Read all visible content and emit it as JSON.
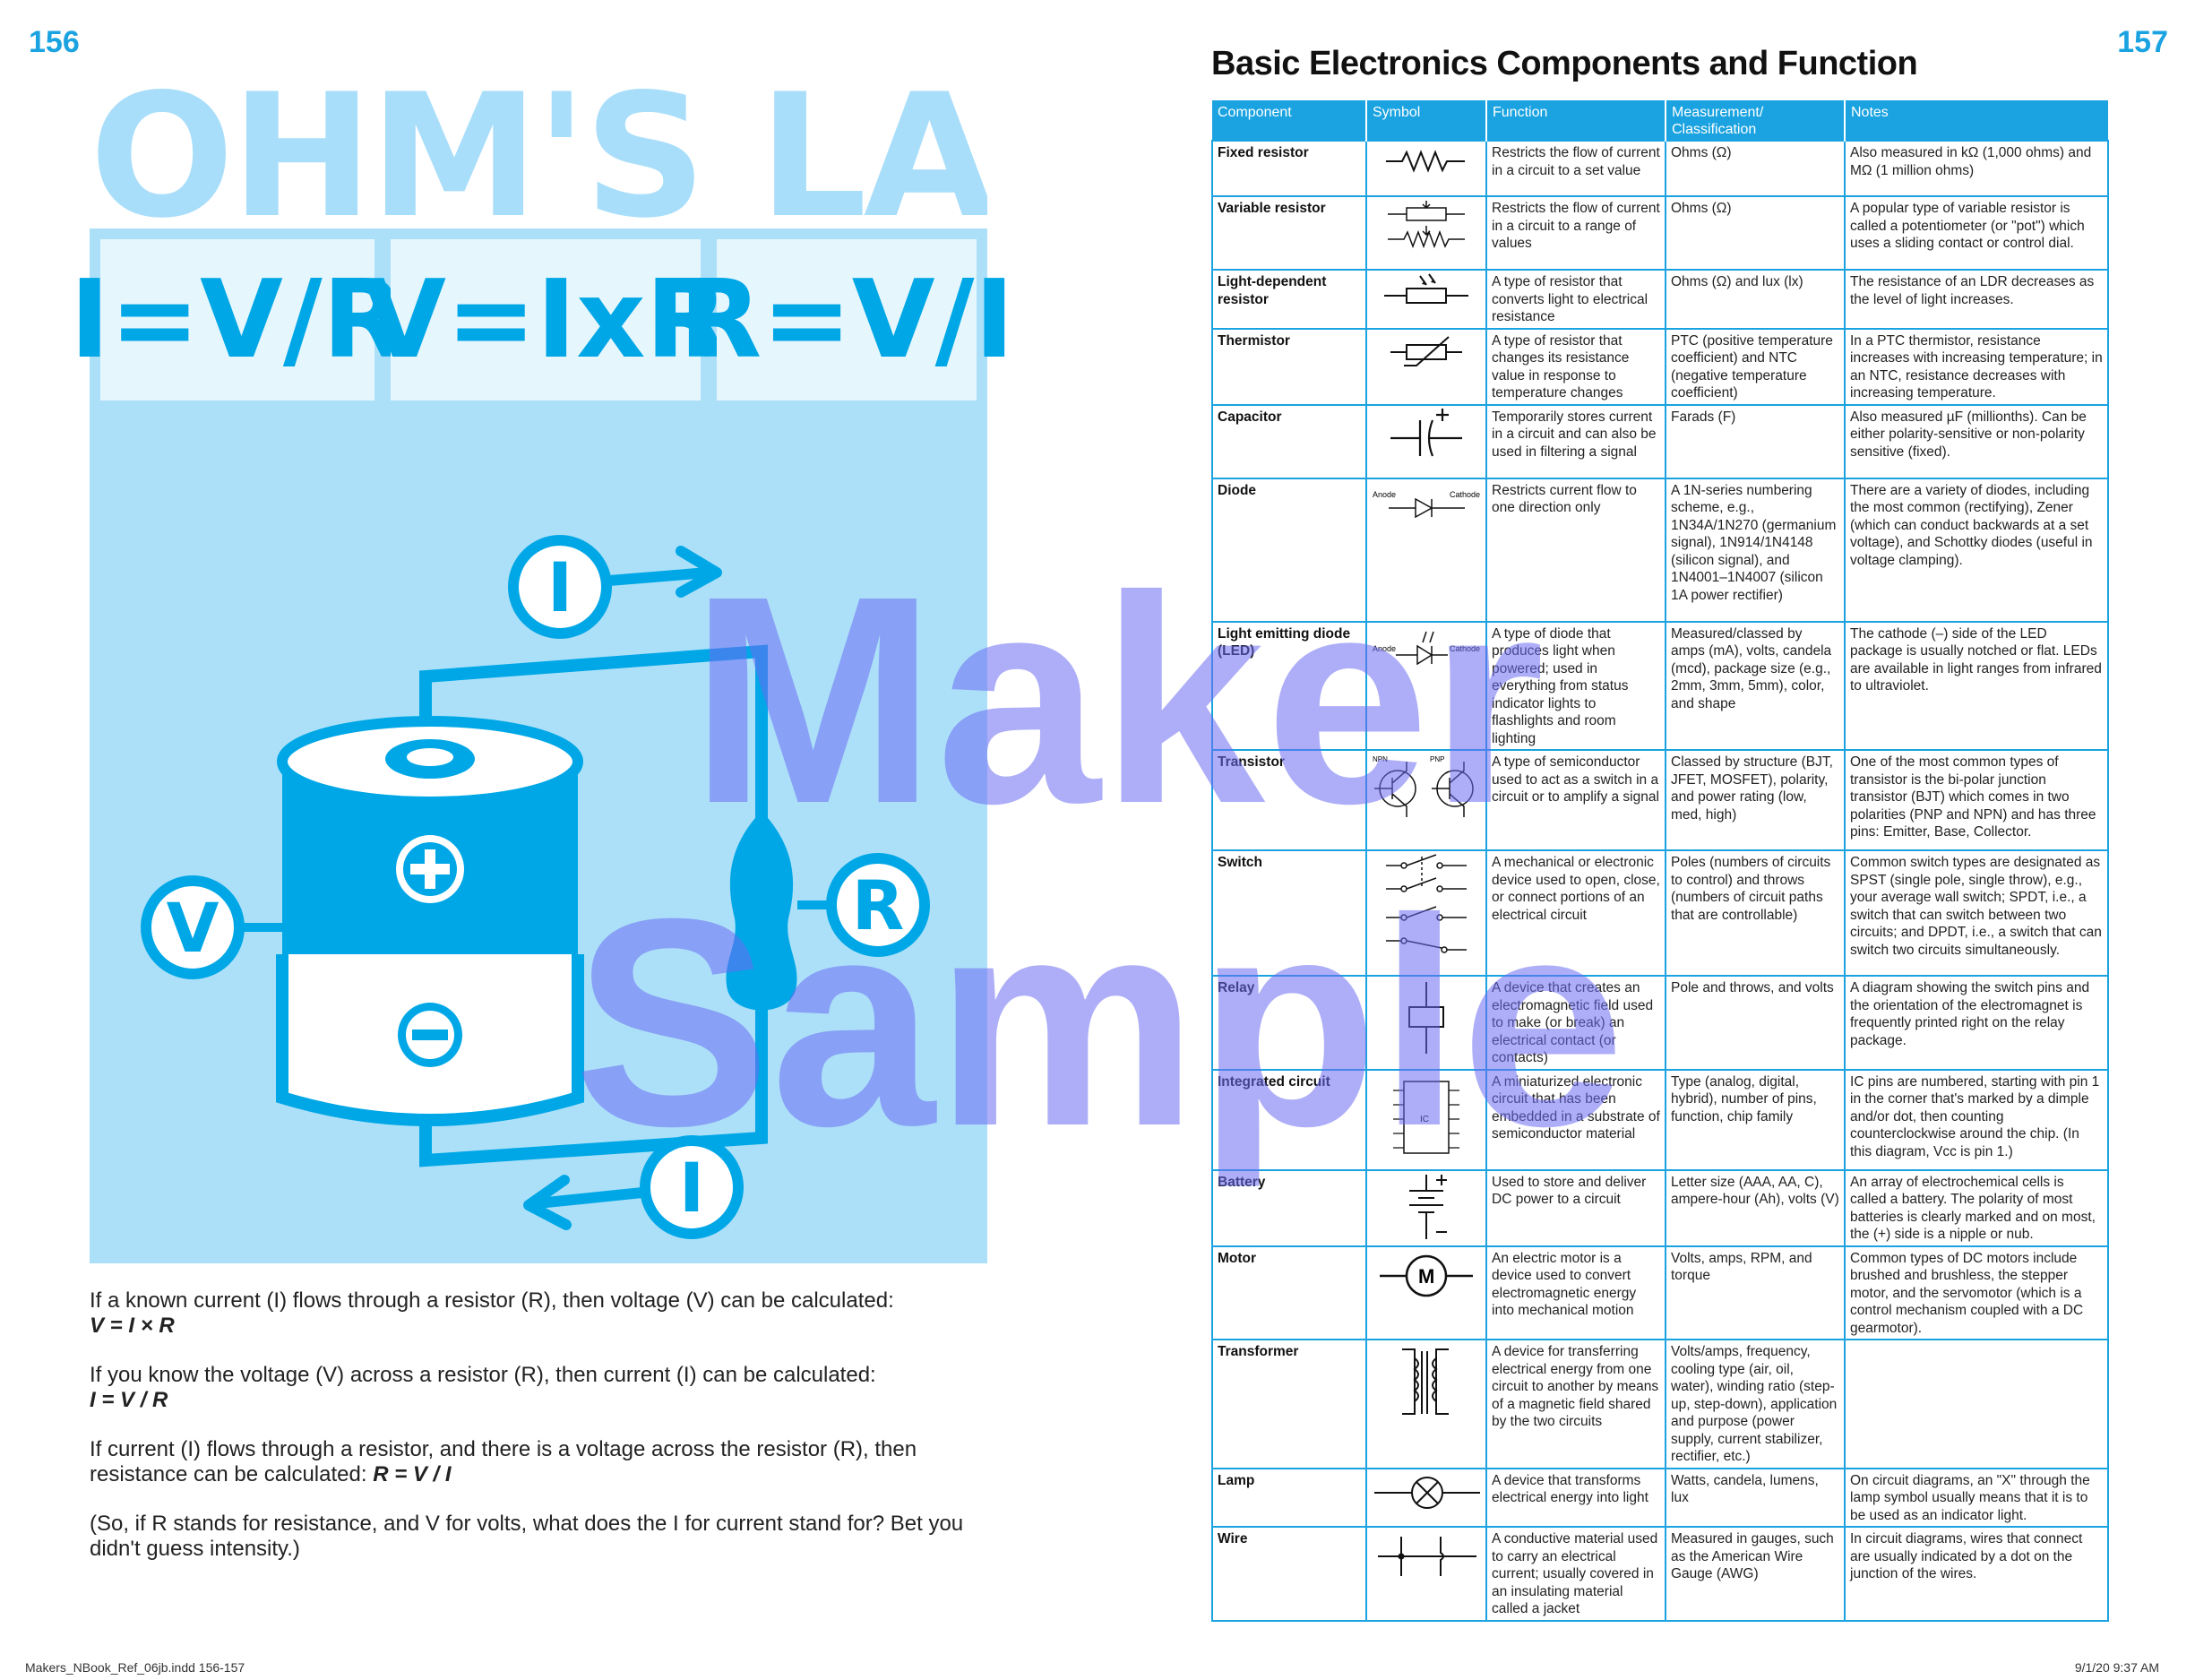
{
  "page_numbers": {
    "left": "156",
    "right": "157"
  },
  "hero": {
    "title": "OHM'S LAW",
    "formula_1": "I=V/R",
    "formula_2": "V=IxR",
    "formula_3": "R=V/I",
    "label_current_top": "I",
    "label_current_bottom": "I",
    "label_voltage": "V",
    "label_resistance": "R",
    "colors": {
      "accent": "#00a7e6",
      "light": "#ace0f9",
      "pale": "#e6f6fd"
    }
  },
  "ohm_text": {
    "p1": "If a known current (I) flows through a resistor (R), then voltage (V) can be calculated:",
    "p1_eq": "V = I × R",
    "p2": "If you know the voltage (V) across a resistor (R), then current (I) can be calculated:",
    "p2_eq": "I = V / R",
    "p3": "If current (I) flows through a resistor, and there is a voltage across the resistor (R), then resistance can be calculated:",
    "p3_eq": "R = V / I",
    "p4": "(So, if R stands for resistance, and V for volts, what does the I for current stand for? Bet you didn't guess intensity.)"
  },
  "table": {
    "title": "Basic Electronics Components and Function",
    "headers": [
      "Component",
      "Symbol",
      "Function",
      "Measurement/ Classification",
      "Notes"
    ],
    "rows": [
      {
        "component": "Fixed resistor",
        "symbol": "fixed-resistor-symbol",
        "function": "Restricts the flow of current in a circuit to a set value",
        "measurement": "Ohms (Ω)",
        "notes": "Also measured in kΩ (1,000 ohms) and MΩ (1 million ohms)"
      },
      {
        "component": "Variable resistor",
        "symbol": "variable-resistor-symbol",
        "function": "Restricts the flow of current in a circuit to a range of values",
        "measurement": "Ohms (Ω)",
        "notes": "A popular type of variable resistor is called a potentiometer (or \"pot\") which uses a sliding contact or control dial."
      },
      {
        "component": "Light-dependent resistor",
        "symbol": "ldr-symbol",
        "function": "A type of resistor that converts light to electrical resistance",
        "measurement": "Ohms (Ω) and lux (lx)",
        "notes": "The resistance of an LDR decreases as the level of light increases."
      },
      {
        "component": "Thermistor",
        "symbol": "thermistor-symbol",
        "function": "A type of resistor that changes its resistance value in response to temperature changes",
        "measurement": "PTC (positive temperature coefficient) and NTC (negative temperature coefficient)",
        "notes": "In a PTC thermistor, resistance increases with increasing temperature; in an NTC, resistance decreases with increasing temperature."
      },
      {
        "component": "Capacitor",
        "symbol": "capacitor-symbol",
        "function": "Temporarily stores current in a circuit and can also be used in filtering a signal",
        "measurement": "Farads (F)",
        "notes": "Also measured µF (millionths). Can be either polarity-sensitive or non-polarity sensitive (fixed)."
      },
      {
        "component": "Diode",
        "symbol": "diode-symbol",
        "function": "Restricts current flow to one direction only",
        "measurement": "A 1N-series numbering scheme, e.g., 1N34A/1N270 (germanium signal), 1N914/1N4148 (silicon signal), and 1N4001–1N4007 (silicon 1A power rectifier)",
        "notes": "There are a variety of diodes, including the most common (rectifying), Zener (which can conduct backwards at a set voltage), and Schottky diodes (useful in voltage clamping)."
      },
      {
        "component": "Light emitting diode (LED)",
        "symbol": "led-symbol",
        "function": "A type of diode that produces light when powered; used in everything from status indicator lights to flashlights and room lighting",
        "measurement": "Measured/classed by amps (mA), volts, candela (mcd), package size (e.g., 2mm, 3mm, 5mm), color, and shape",
        "notes": "The cathode (–) side of the LED package is usually notched or flat. LEDs are available in light ranges from infrared to ultraviolet."
      },
      {
        "component": "Transistor",
        "symbol": "transistor-symbol",
        "function": "A type of semiconductor used to act as a switch in a circuit or to amplify a signal",
        "measurement": "Classed by structure (BJT, JFET, MOSFET), polarity, and power rating (low, med, high)",
        "notes": "One of the most common types of transistor is the bi-polar junction transistor (BJT) which comes in two polarities (PNP and NPN) and has three pins: Emitter, Base, Collector."
      },
      {
        "component": "Switch",
        "symbol": "switch-symbol",
        "function": "A mechanical or electronic device used to open, close, or connect portions of an electrical circuit",
        "measurement": "Poles (numbers of circuits to control) and throws (numbers of circuit paths that are controllable)",
        "notes": "Common switch types are designated as SPST (single pole, single throw), e.g., your average wall switch; SPDT, i.e., a switch that can switch between two circuits; and DPDT, i.e., a switch that can switch two circuits simultaneously."
      },
      {
        "component": "Relay",
        "symbol": "relay-symbol",
        "function": "A device that creates an electromagnetic field used to make (or break) an electrical contact (or contacts)",
        "measurement": "Pole and throws, and volts",
        "notes": "A diagram showing the switch pins and the orientation of the electromagnet is frequently printed right on the relay package."
      },
      {
        "component": "Integrated circuit",
        "symbol": "ic-symbol",
        "function": "A miniaturized electronic circuit that has been embedded in a substrate of semiconductor material",
        "measurement": "Type (analog, digital, hybrid), number of pins, function, chip family",
        "notes": "IC pins are numbered, starting with pin 1 in the corner that's marked by a dimple and/or dot, then counting counterclockwise around the chip. (In this diagram, Vcc is pin 1.)"
      },
      {
        "component": "Battery",
        "symbol": "battery-symbol",
        "function": "Used to store and deliver DC power to a circuit",
        "measurement": "Letter size (AAA, AA, C), ampere-hour (Ah), volts (V)",
        "notes": "An array of electrochemical cells is called a battery. The polarity of most batteries is clearly marked and on most, the (+) side is a nipple or nub."
      },
      {
        "component": "Motor",
        "symbol": "motor-symbol",
        "function": "An electric motor is a device used to convert electromagnetic energy into mechanical motion",
        "measurement": "Volts, amps, RPM, and torque",
        "notes": "Common types of DC motors include brushed and brushless, the stepper motor, and the servomotor (which is a control mechanism coupled with a DC gearmotor)."
      },
      {
        "component": "Transformer",
        "symbol": "transformer-symbol",
        "function": "A device for transferring electrical energy from one circuit to another by means of a magnetic field shared by the two circuits",
        "measurement": "Volts/amps, frequency, cooling type (air, oil, water), winding ratio (step-up, step-down), application and purpose (power supply, current stabilizer, rectifier, etc.)",
        "notes": ""
      },
      {
        "component": "Lamp",
        "symbol": "lamp-symbol",
        "function": "A device that transforms electrical energy into light",
        "measurement": "Watts, candela, lumens, lux",
        "notes": "On circuit diagrams, an \"X\" through the lamp symbol usually means that it is to be used as an indicator light."
      },
      {
        "component": "Wire",
        "symbol": "wire-symbol",
        "function": "A conductive material used to carry an electrical current; usually covered in an insulating material called a jacket",
        "measurement": "Measured in gauges, such as the American Wire Gauge (AWG)",
        "notes": "In circuit diagrams, wires that connect are usually indicated by a dot on the junction of the wires."
      }
    ],
    "symbol_labels": {
      "anode": "Anode",
      "cathode": "Cathode",
      "npn": "NPN",
      "pnp": "PNP",
      "ic": "IC",
      "motor": "M"
    },
    "colors": {
      "header_bg": "#1aa3e0",
      "border": "#1aa3e0"
    }
  },
  "watermark": {
    "line1": "Maker",
    "line2": "Sample",
    "color": "#6c6cf2"
  },
  "footer": {
    "left": "Makers_NBook_Ref_06jb.indd   156-157",
    "right": "9/1/20   9:37 AM"
  }
}
